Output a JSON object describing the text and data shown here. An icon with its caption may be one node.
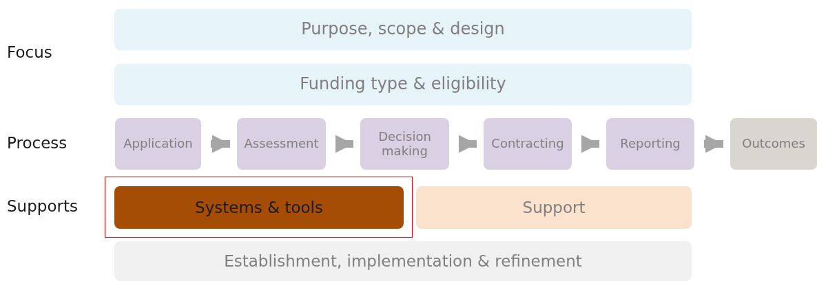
{
  "diagram": {
    "nodes": [
      {
        "text": [
          "Purpose, scope & design"
        ]
      },
      {
        "text": [
          "Funding type & eligibility"
        ]
      },
      {
        "text": [
          "Application"
        ]
      },
      {
        "text": [
          "Assessment"
        ]
      },
      {
        "text": [
          "Decision making"
        ]
      },
      {
        "text": [
          "Contracting"
        ]
      },
      {
        "text": [
          "Reporting"
        ]
      },
      {
        "text": [
          "Outcomes"
        ]
      },
      {
        "text": [
          "Systems & tools"
        ]
      },
      {
        "text": [
          "Support"
        ]
      },
      {
        "text": [
          "Establishment, implementation & refinement"
        ]
      }
    ],
    "edges": [
      {
        "from": 2,
        "to": 3,
        "arrow": "to"
      },
      {
        "from": 3,
        "to": 4,
        "arrow": "to"
      },
      {
        "from": 4,
        "to": 5,
        "arrow": "to"
      },
      {
        "from": 5,
        "to": 6,
        "arrow": "to"
      },
      {
        "from": 6,
        "to": 7,
        "arrow": "to"
      }
    ],
    "labels": [
      "Focus",
      "Process",
      "Supports"
    ]
  }
}
